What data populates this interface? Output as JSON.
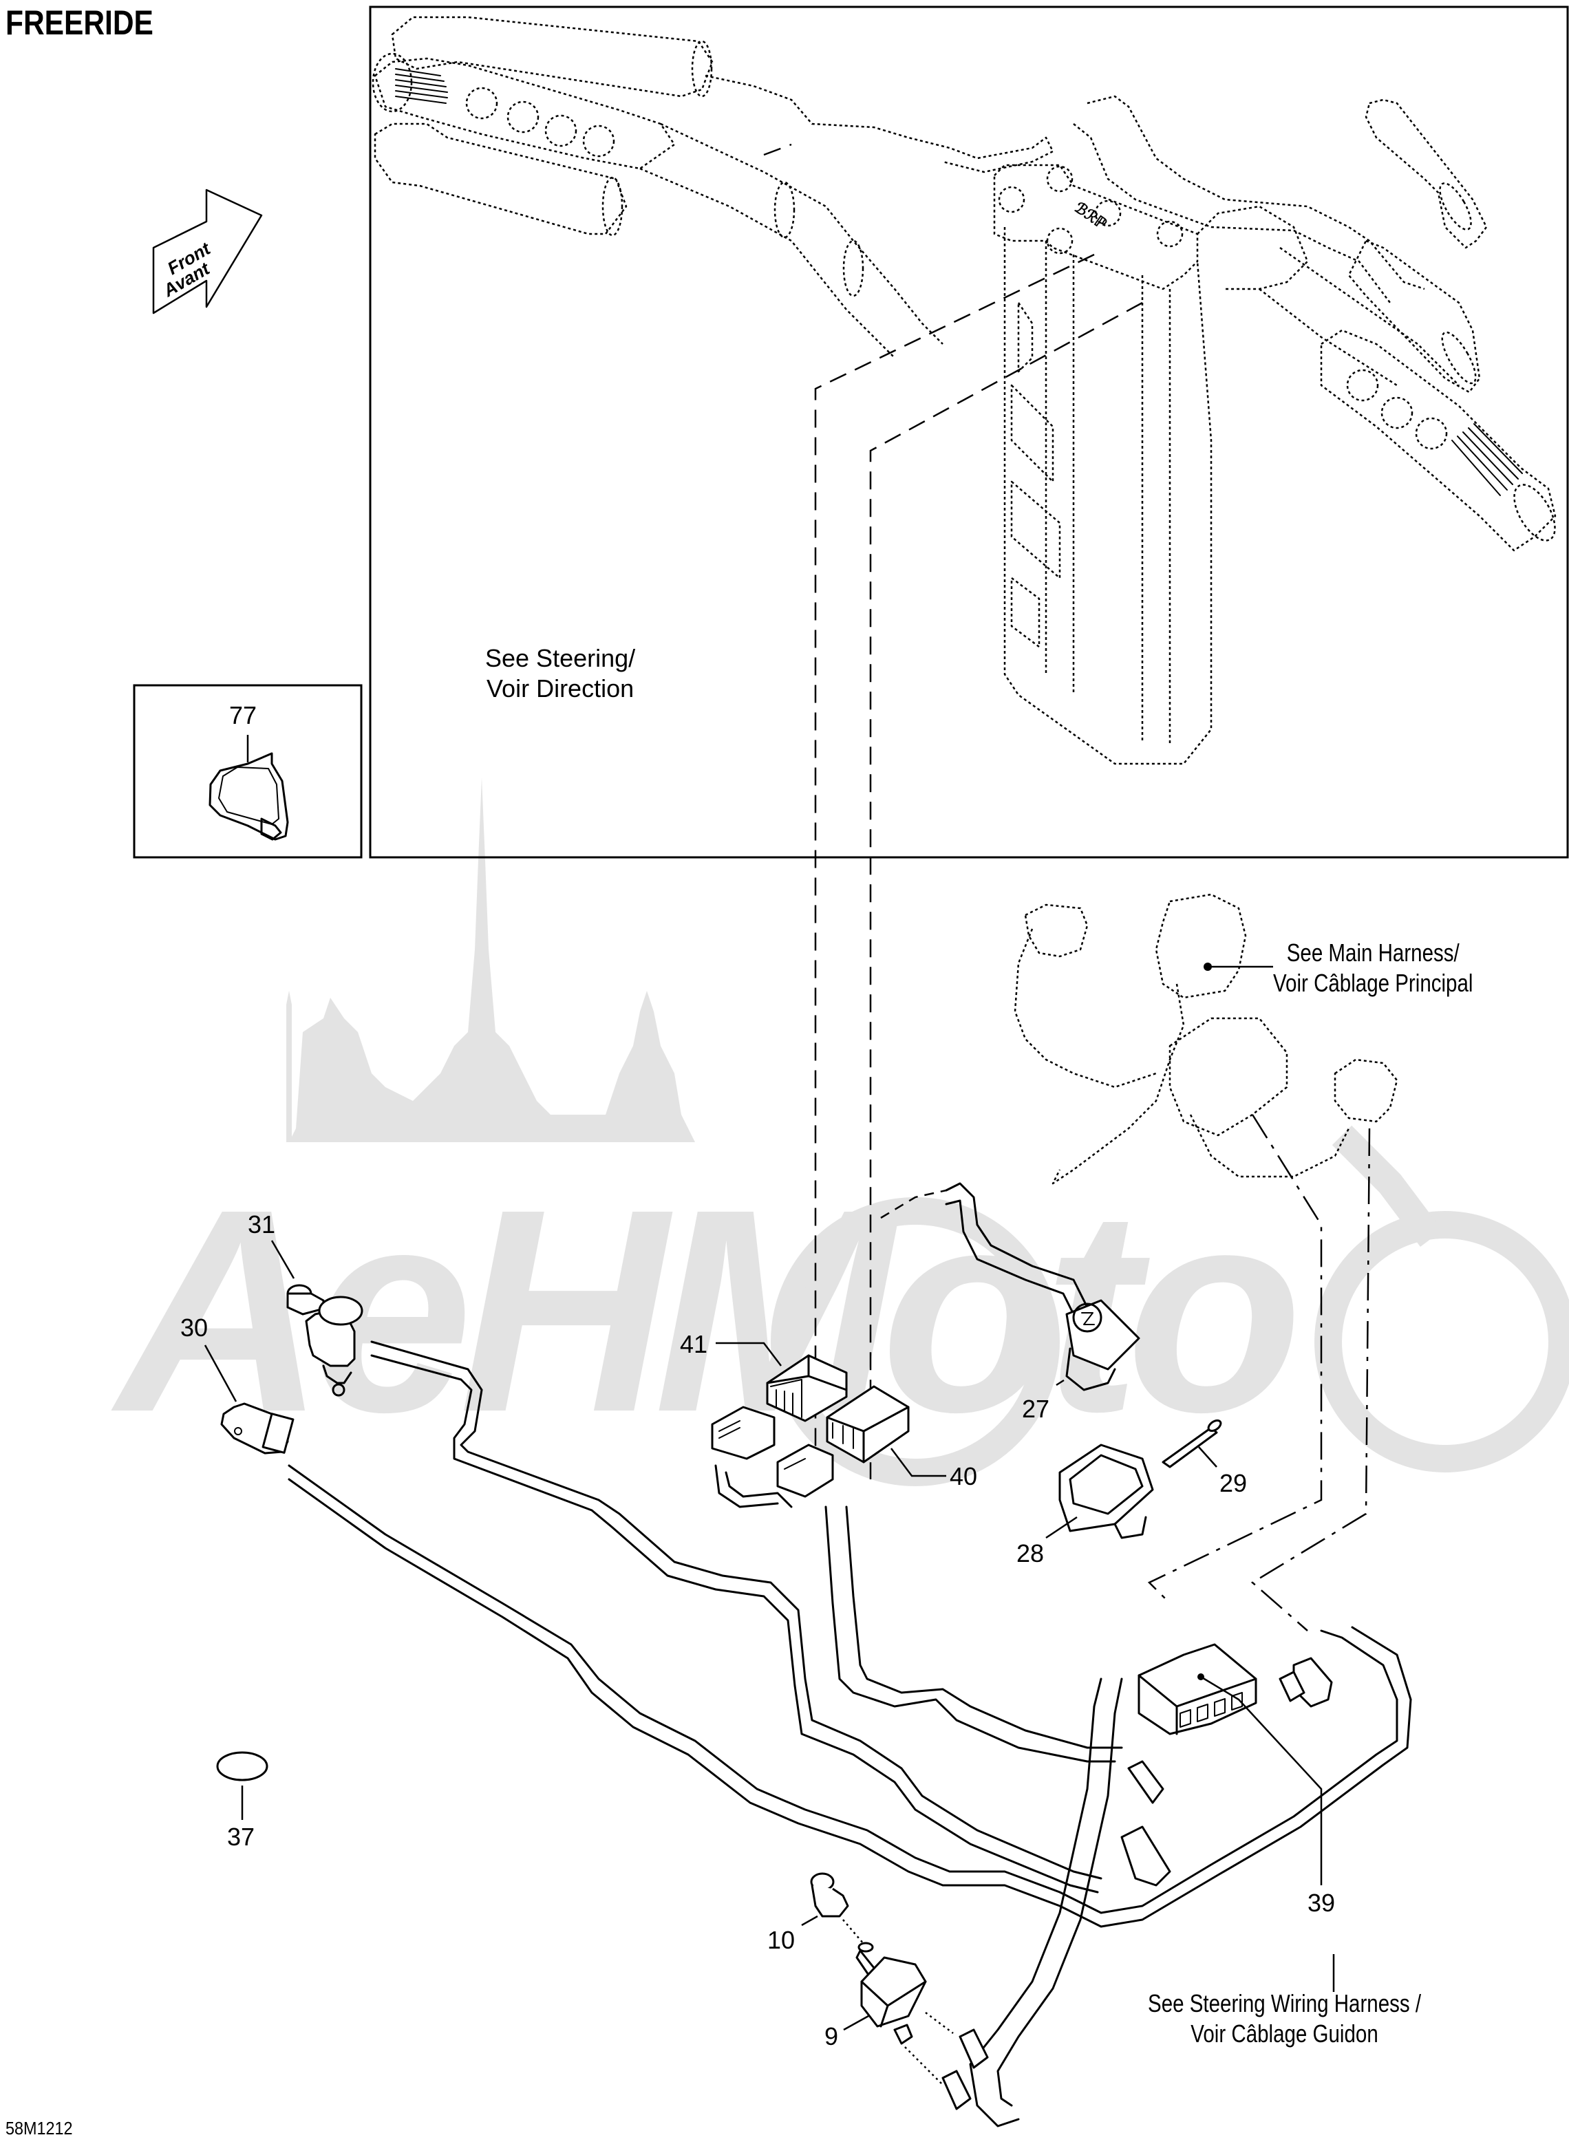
{
  "header": {
    "title": "FREERIDE",
    "drawing_code": "58M1212"
  },
  "orientation_arrow": {
    "line1": "Front",
    "line2": "Avant"
  },
  "watermark": {
    "text": "AeHMoto",
    "color": "#e3e3e3"
  },
  "notes": {
    "steering": {
      "line1": "See Steering/",
      "line2": "Voir Direction"
    },
    "main_harness": {
      "line1": "See Main Harness/",
      "line2": "Voir Câblage Principal"
    },
    "steering_wiring": {
      "line1": "See Steering Wiring Harness /",
      "line2": "Voir Câblage Guidon"
    }
  },
  "callouts": [
    {
      "id": "77",
      "label": "77",
      "part": "harness clip (inset)"
    },
    {
      "id": "31",
      "label": "31",
      "part": "throttle/brake switch"
    },
    {
      "id": "30",
      "label": "30",
      "part": "connector"
    },
    {
      "id": "41",
      "label": "41",
      "part": "connector housing"
    },
    {
      "id": "40",
      "label": "40",
      "part": "connector housing"
    },
    {
      "id": "27",
      "label": "27",
      "part": "switch"
    },
    {
      "id": "29",
      "label": "29",
      "part": "pin"
    },
    {
      "id": "28",
      "label": "28",
      "part": "grip/cover"
    },
    {
      "id": "37",
      "label": "37",
      "part": "oval label"
    },
    {
      "id": "39",
      "label": "39",
      "part": "steering wiring harness"
    },
    {
      "id": "10",
      "label": "10",
      "part": "boot cap"
    },
    {
      "id": "9",
      "label": "9",
      "part": "toggle switch"
    }
  ],
  "colors": {
    "ink": "#000000",
    "background": "#ffffff",
    "watermark": "#e3e3e3"
  }
}
